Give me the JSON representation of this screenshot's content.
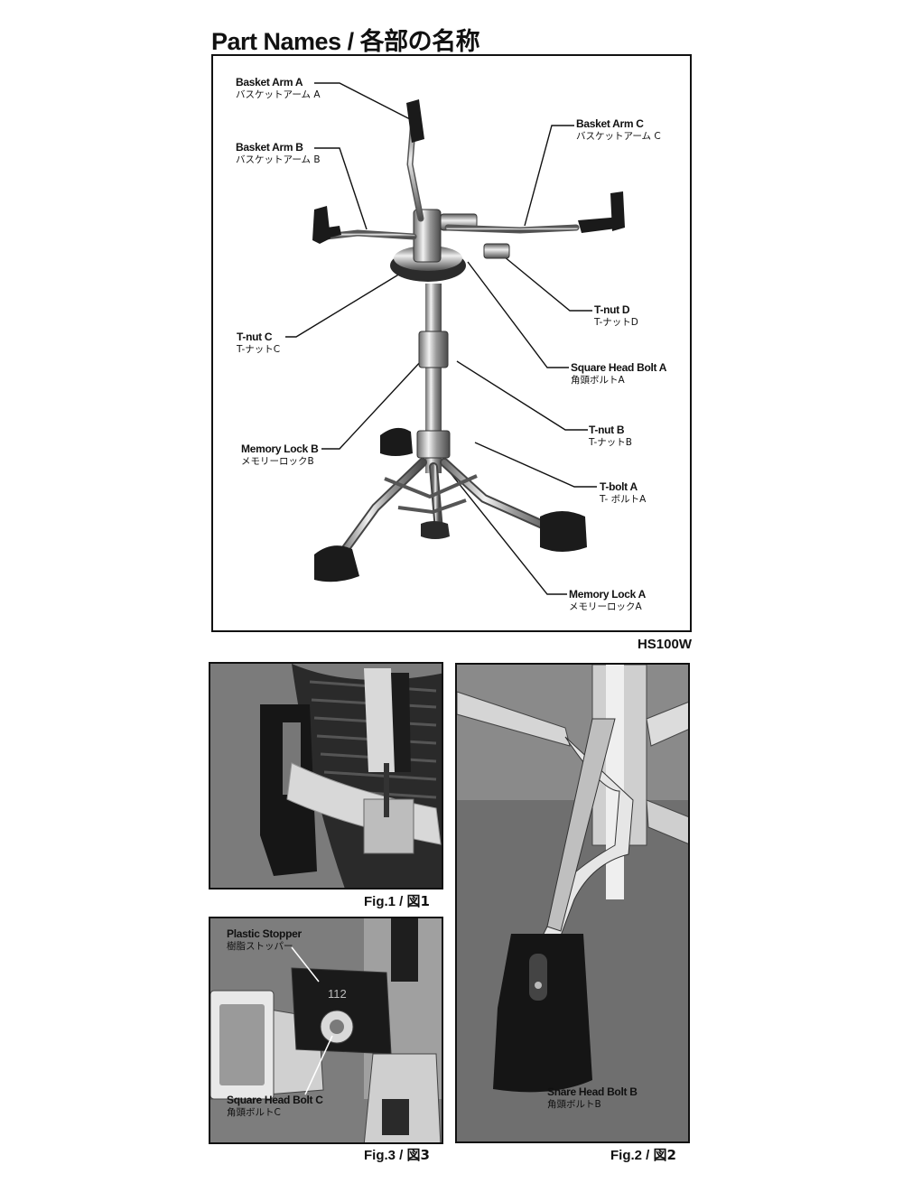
{
  "title": "Part Names / 各部の名称",
  "model": "HS100W",
  "parts": [
    {
      "id": "basket-arm-a",
      "en": "Basket Arm A",
      "jp": "バスケットアーム A"
    },
    {
      "id": "basket-arm-b",
      "en": "Basket Arm B",
      "jp": "バスケットアーム B"
    },
    {
      "id": "basket-arm-c",
      "en": "Basket Arm C",
      "jp": "バスケットアーム C"
    },
    {
      "id": "t-nut-d",
      "en": "T-nut D",
      "jp": "T-ナットD"
    },
    {
      "id": "t-nut-c",
      "en": "T-nut C",
      "jp": "T-ナットC"
    },
    {
      "id": "square-head-bolt-a",
      "en": "Square Head Bolt A",
      "jp": "角頭ボルトA"
    },
    {
      "id": "t-nut-b",
      "en": "T-nut B",
      "jp": "T-ナットB"
    },
    {
      "id": "memory-lock-b",
      "en": "Memory Lock B",
      "jp": "メモリーロックB"
    },
    {
      "id": "t-bolt-a",
      "en": "T-bolt A",
      "jp": "T- ボルトA"
    },
    {
      "id": "memory-lock-a",
      "en": "Memory Lock A",
      "jp": "メモリーロックA"
    }
  ],
  "figures": {
    "fig1": {
      "caption_en": "Fig.1 / ",
      "caption_jp": "図1"
    },
    "fig2": {
      "caption_en": "Fig.2 / ",
      "caption_jp": "図2"
    },
    "fig3": {
      "caption_en": "Fig.3 / ",
      "caption_jp": "図3"
    }
  },
  "fig3_labels": [
    {
      "en": "Plastic Stopper",
      "jp": "樹脂ストッパー"
    },
    {
      "en": "Square Head Bolt C",
      "jp": "角頭ボルトC"
    }
  ],
  "fig3_stamp": "112",
  "fig2_label": {
    "en": "Snare Head Bolt B",
    "jp": "角頭ボルトB"
  }
}
